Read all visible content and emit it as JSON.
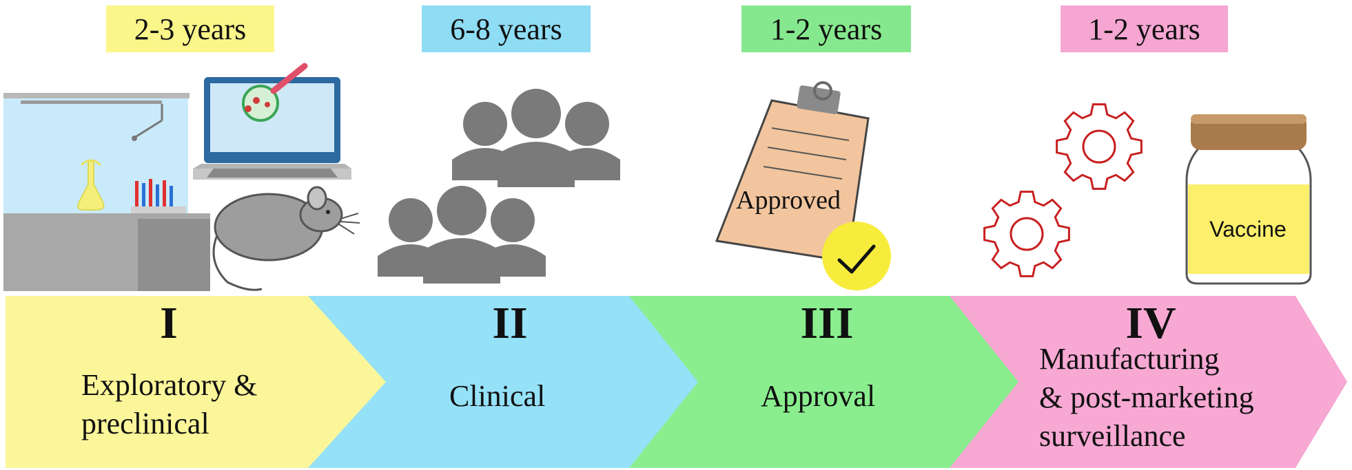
{
  "stages": [
    {
      "numeral": "I",
      "label": "Exploratory &\npreclinical",
      "duration": "2-3 years",
      "duration_color": "#fbf68a",
      "arrow_color": "#fbf69a"
    },
    {
      "numeral": "II",
      "label": "Clinical",
      "duration": "6-8 years",
      "duration_color": "#8fdcf5",
      "arrow_color": "#95e1f8"
    },
    {
      "numeral": "III",
      "label": "Approval",
      "duration": "1-2 years",
      "duration_color": "#86e88e",
      "arrow_color": "#8aee8f"
    },
    {
      "numeral": "IV",
      "label": "Manufacturing\n& post-marketing\nsurveillance",
      "duration": "1-2 years",
      "duration_color": "#f6a6d2",
      "arrow_color": "#f7a8d3"
    }
  ],
  "illustrations": {
    "clipboard_label": "Approved",
    "vial_label": "Vaccine"
  },
  "colors": {
    "people": "#7a7a7a",
    "gear_stroke": "#c81f1f",
    "clipboard": "#f2c59e",
    "check_circle": "#f7ec3c",
    "vial_liquid": "#fbef6b",
    "vial_cap": "#a97a4b",
    "lab_wall": "#c9eafb"
  }
}
